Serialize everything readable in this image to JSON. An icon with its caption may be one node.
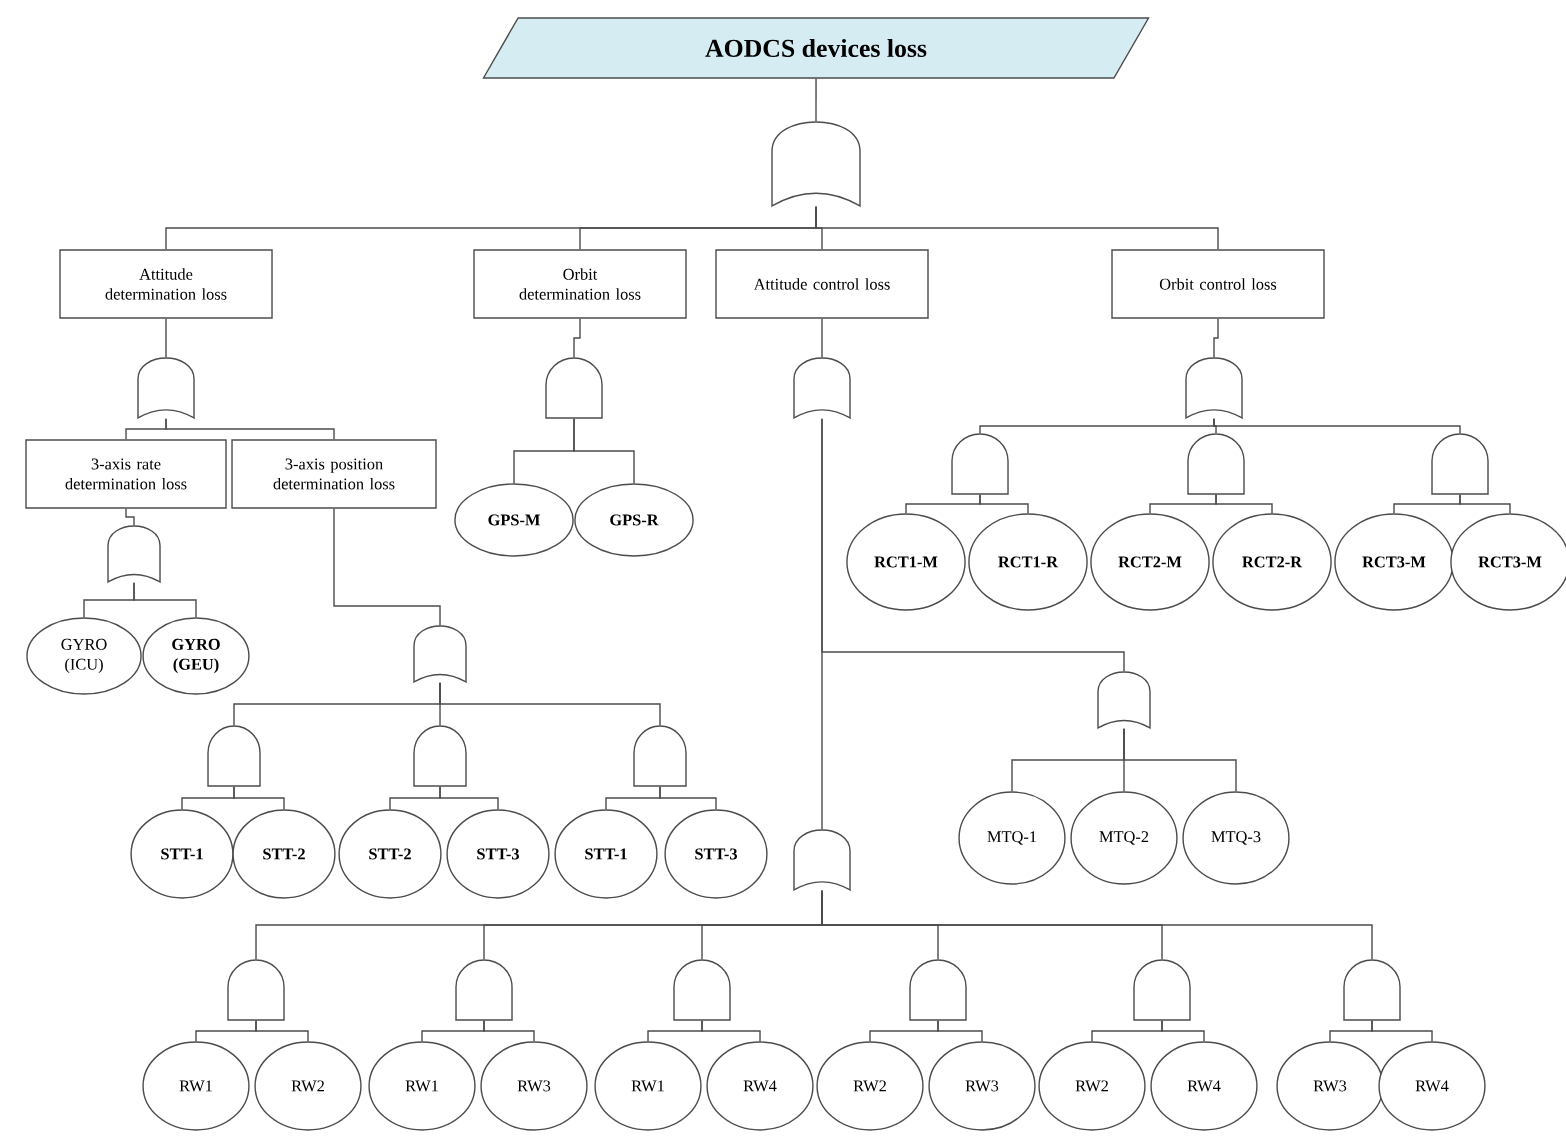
{
  "diagram": {
    "nodes": [
      {
        "text": [
          "AODCS devices loss"
        ]
      },
      {
        "text": [],
        "shape": "or-gate"
      },
      {
        "text": [
          "Attitude determination loss"
        ]
      },
      {
        "text": [
          "Orbit determination loss"
        ]
      },
      {
        "text": [
          "Attitude control loss"
        ]
      },
      {
        "text": [
          "Orbit control loss"
        ]
      },
      {
        "text": [],
        "shape": "or-gate"
      },
      {
        "text": [],
        "shape": "and-gate"
      },
      {
        "text": [],
        "shape": "or-gate"
      },
      {
        "text": [],
        "shape": "or-gate"
      },
      {
        "text": [
          "3-axis rate determination loss"
        ]
      },
      {
        "text": [
          "3-axis position determination loss"
        ]
      },
      {
        "text": [],
        "shape": "or-gate"
      },
      {
        "text": [
          "GYRO (ICU)"
        ]
      },
      {
        "text": [
          "GYRO (GEU)"
        ]
      },
      {
        "text": [],
        "shape": "or-gate"
      },
      {
        "text": [],
        "shape": "and-gate"
      },
      {
        "text": [],
        "shape": "and-gate"
      },
      {
        "text": [],
        "shape": "and-gate"
      },
      {
        "text": [
          "STT-1"
        ]
      },
      {
        "text": [
          "STT-2"
        ]
      },
      {
        "text": [
          "STT-2"
        ]
      },
      {
        "text": [
          "STT-3"
        ]
      },
      {
        "text": [
          "STT-1"
        ]
      },
      {
        "text": [
          "STT-3"
        ]
      },
      {
        "text": [
          "GPS-M"
        ]
      },
      {
        "text": [
          "GPS-R"
        ]
      },
      {
        "text": [],
        "shape": "and-gate"
      },
      {
        "text": [],
        "shape": "and-gate"
      },
      {
        "text": [],
        "shape": "and-gate"
      },
      {
        "text": [
          "RCT1-M"
        ]
      },
      {
        "text": [
          "RCT1-R"
        ]
      },
      {
        "text": [
          "RCT2-M"
        ]
      },
      {
        "text": [
          "RCT2-R"
        ]
      },
      {
        "text": [
          "RCT3-M"
        ]
      },
      {
        "text": [
          "RCT3-M"
        ]
      },
      {
        "text": [],
        "shape": "or-gate"
      },
      {
        "text": [
          "MTQ-1"
        ]
      },
      {
        "text": [
          "MTQ-2"
        ]
      },
      {
        "text": [
          "MTQ-3"
        ]
      },
      {
        "text": [],
        "shape": "or-gate"
      },
      {
        "text": [],
        "shape": "and-gate"
      },
      {
        "text": [],
        "shape": "and-gate"
      },
      {
        "text": [],
        "shape": "and-gate"
      },
      {
        "text": [],
        "shape": "and-gate"
      },
      {
        "text": [],
        "shape": "and-gate"
      },
      {
        "text": [],
        "shape": "and-gate"
      },
      {
        "text": [
          "RW1"
        ]
      },
      {
        "text": [
          "RW2"
        ]
      },
      {
        "text": [
          "RW1"
        ]
      },
      {
        "text": [
          "RW3"
        ]
      },
      {
        "text": [
          "RW1"
        ]
      },
      {
        "text": [
          "RW4"
        ]
      },
      {
        "text": [
          "RW2"
        ]
      },
      {
        "text": [
          "RW3"
        ]
      },
      {
        "text": [
          "RW2"
        ]
      },
      {
        "text": [
          "RW4"
        ]
      },
      {
        "text": [
          "RW3"
        ]
      },
      {
        "text": [
          "RW4"
        ]
      }
    ],
    "edges": [
      {
        "from": 0,
        "to": 1,
        "arrow": "none"
      },
      {
        "from": 1,
        "to": 2,
        "arrow": "none"
      },
      {
        "from": 1,
        "to": 3,
        "arrow": "none"
      },
      {
        "from": 1,
        "to": 4,
        "arrow": "none"
      },
      {
        "from": 1,
        "to": 5,
        "arrow": "none"
      },
      {
        "from": 2,
        "to": 6,
        "arrow": "none"
      },
      {
        "from": 3,
        "to": 7,
        "arrow": "none"
      },
      {
        "from": 4,
        "to": 8,
        "arrow": "none"
      },
      {
        "from": 5,
        "to": 9,
        "arrow": "none"
      },
      {
        "from": 6,
        "to": 10,
        "arrow": "none"
      },
      {
        "from": 6,
        "to": 11,
        "arrow": "none"
      },
      {
        "from": 10,
        "to": 12,
        "arrow": "none"
      },
      {
        "from": 12,
        "to": 13,
        "arrow": "none"
      },
      {
        "from": 12,
        "to": 14,
        "arrow": "none"
      },
      {
        "from": 11,
        "to": 15,
        "arrow": "none"
      },
      {
        "from": 15,
        "to": 16,
        "arrow": "none"
      },
      {
        "from": 15,
        "to": 17,
        "arrow": "none"
      },
      {
        "from": 15,
        "to": 18,
        "arrow": "none"
      },
      {
        "from": 16,
        "to": 19,
        "arrow": "none"
      },
      {
        "from": 16,
        "to": 20,
        "arrow": "none"
      },
      {
        "from": 17,
        "to": 21,
        "arrow": "none"
      },
      {
        "from": 17,
        "to": 22,
        "arrow": "none"
      },
      {
        "from": 18,
        "to": 23,
        "arrow": "none"
      },
      {
        "from": 18,
        "to": 24,
        "arrow": "none"
      },
      {
        "from": 7,
        "to": 25,
        "arrow": "none"
      },
      {
        "from": 7,
        "to": 26,
        "arrow": "none"
      },
      {
        "from": 9,
        "to": 27,
        "arrow": "none"
      },
      {
        "from": 9,
        "to": 28,
        "arrow": "none"
      },
      {
        "from": 9,
        "to": 29,
        "arrow": "none"
      },
      {
        "from": 27,
        "to": 30,
        "arrow": "none"
      },
      {
        "from": 27,
        "to": 31,
        "arrow": "none"
      },
      {
        "from": 28,
        "to": 32,
        "arrow": "none"
      },
      {
        "from": 28,
        "to": 33,
        "arrow": "none"
      },
      {
        "from": 29,
        "to": 34,
        "arrow": "none"
      },
      {
        "from": 29,
        "to": 35,
        "arrow": "none"
      },
      {
        "from": 8,
        "to": 36,
        "arrow": "none"
      },
      {
        "from": 8,
        "to": 40,
        "arrow": "none"
      },
      {
        "from": 36,
        "to": 37,
        "arrow": "none"
      },
      {
        "from": 36,
        "to": 38,
        "arrow": "none"
      },
      {
        "from": 36,
        "to": 39,
        "arrow": "none"
      },
      {
        "from": 40,
        "to": 41,
        "arrow": "none"
      },
      {
        "from": 40,
        "to": 42,
        "arrow": "none"
      },
      {
        "from": 40,
        "to": 43,
        "arrow": "none"
      },
      {
        "from": 40,
        "to": 44,
        "arrow": "none"
      },
      {
        "from": 40,
        "to": 45,
        "arrow": "none"
      },
      {
        "from": 40,
        "to": 46,
        "arrow": "none"
      },
      {
        "from": 41,
        "to": 47,
        "arrow": "none"
      },
      {
        "from": 41,
        "to": 48,
        "arrow": "none"
      },
      {
        "from": 42,
        "to": 49,
        "arrow": "none"
      },
      {
        "from": 42,
        "to": 50,
        "arrow": "none"
      },
      {
        "from": 43,
        "to": 51,
        "arrow": "none"
      },
      {
        "from": 43,
        "to": 52,
        "arrow": "none"
      },
      {
        "from": 44,
        "to": 53,
        "arrow": "none"
      },
      {
        "from": 44,
        "to": 54,
        "arrow": "none"
      },
      {
        "from": 45,
        "to": 55,
        "arrow": "none"
      },
      {
        "from": 45,
        "to": 56,
        "arrow": "none"
      },
      {
        "from": 46,
        "to": 57,
        "arrow": "none"
      },
      {
        "from": 46,
        "to": 58,
        "arrow": "none"
      }
    ]
  }
}
